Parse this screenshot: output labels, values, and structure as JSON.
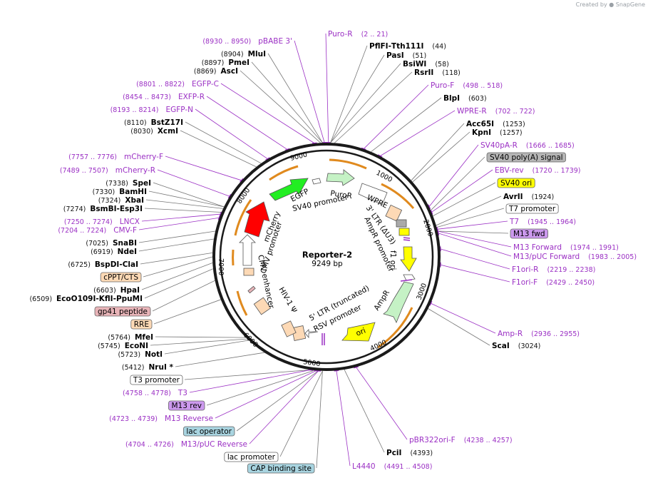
{
  "credit": {
    "created_by": "Created by",
    "brand": "SnapGene"
  },
  "plasmid": {
    "name": "Reporter-2",
    "length_label": "9249 bp",
    "length": 9249
  },
  "ticks": [
    "1000",
    "2000",
    "3000",
    "4000",
    "5000",
    "6000",
    "7000",
    "8000",
    "9000"
  ],
  "colors": {
    "primer": "#9b30c4",
    "enzyme": "#000000",
    "backbone": "#1a1a1a",
    "orange": "#e08a1e"
  },
  "labels": {
    "right": [
      {
        "kind": "primer",
        "name": "Puro-R",
        "coord": "(2 .. 21)"
      },
      {
        "kind": "enzyme",
        "name": "PflFI",
        "name2": "Tth111I",
        "coord": "(44)"
      },
      {
        "kind": "enzyme",
        "name": "PasI",
        "coord": "(51)"
      },
      {
        "kind": "enzyme",
        "name": "BsiWI",
        "coord": "(58)"
      },
      {
        "kind": "enzyme",
        "name": "RsrII",
        "coord": "(118)"
      },
      {
        "kind": "primer",
        "name": "Puro-F",
        "coord": "(498 .. 518)"
      },
      {
        "kind": "enzyme",
        "name": "BlpI",
        "coord": "(603)"
      },
      {
        "kind": "primer",
        "name": "WPRE-R",
        "coord": "(702 .. 722)"
      },
      {
        "kind": "enzyme",
        "name": "Acc65I",
        "coord": "(1253)"
      },
      {
        "kind": "enzyme",
        "name": "KpnI",
        "coord": "(1257)"
      },
      {
        "kind": "primer",
        "name": "SV40pA-R",
        "coord": "(1666 .. 1685)"
      },
      {
        "kind": "box",
        "name": "SV40 poly(A) signal",
        "fill": "#b5b5b5"
      },
      {
        "kind": "primer",
        "name": "EBV-rev",
        "coord": "(1720 .. 1739)"
      },
      {
        "kind": "box",
        "name": "SV40 ori",
        "fill": "#ffff00"
      },
      {
        "kind": "enzyme",
        "name": "AvrII",
        "coord": "(1924)"
      },
      {
        "kind": "box",
        "name": "T7 promoter",
        "fill": "#ffffff"
      },
      {
        "kind": "primer",
        "name": "T7",
        "coord": "(1945 .. 1964)"
      },
      {
        "kind": "box",
        "name": "M13 fwd",
        "fill": "#cc99ee"
      },
      {
        "kind": "primer",
        "name": "M13 Forward",
        "coord": "(1974 .. 1991)"
      },
      {
        "kind": "primer",
        "name": "M13/pUC Forward",
        "coord": "(1983 .. 2005)"
      },
      {
        "kind": "primer",
        "name": "F1ori-R",
        "coord": "(2219 .. 2238)"
      },
      {
        "kind": "primer",
        "name": "F1ori-F",
        "coord": "(2429 .. 2450)"
      },
      {
        "kind": "primer",
        "name": "Amp-R",
        "coord": "(2936 .. 2955)"
      },
      {
        "kind": "enzyme",
        "name": "ScaI",
        "coord": "(3024)"
      },
      {
        "kind": "primer",
        "name": "pBR322ori-F",
        "coord": "(4238 .. 4257)"
      },
      {
        "kind": "enzyme",
        "name": "PciI",
        "coord": "(4393)"
      },
      {
        "kind": "primer",
        "name": "L4440",
        "coord": "(4491 .. 4508)"
      }
    ],
    "left": [
      {
        "kind": "primer",
        "name": "pBABE 3'",
        "coord": "(8930 .. 8950)"
      },
      {
        "kind": "enzyme",
        "name": "MluI",
        "coord": "(8904)"
      },
      {
        "kind": "enzyme",
        "name": "PmeI",
        "coord": "(8897)"
      },
      {
        "kind": "enzyme",
        "name": "AscI",
        "coord": "(8869)"
      },
      {
        "kind": "primer",
        "name": "EGFP-C",
        "coord": "(8801 .. 8822)"
      },
      {
        "kind": "primer",
        "name": "EXFP-R",
        "coord": "(8454 .. 8473)"
      },
      {
        "kind": "primer",
        "name": "EGFP-N",
        "coord": "(8193 .. 8214)"
      },
      {
        "kind": "enzyme",
        "name": "BstZ17I",
        "coord": "(8110)"
      },
      {
        "kind": "enzyme",
        "name": "XcmI",
        "coord": "(8030)"
      },
      {
        "kind": "primer",
        "name": "mCherry-F",
        "coord": "(7757 .. 7776)"
      },
      {
        "kind": "primer",
        "name": "mCherry-R",
        "coord": "(7489 .. 7507)"
      },
      {
        "kind": "enzyme",
        "name": "SpeI",
        "coord": "(7338)"
      },
      {
        "kind": "enzyme",
        "name": "BamHI",
        "coord": "(7330)"
      },
      {
        "kind": "enzyme",
        "name": "XbaI",
        "coord": "(7324)"
      },
      {
        "kind": "enzyme",
        "name": "BsmBI",
        "name2": "Esp3I",
        "coord": "(7274)"
      },
      {
        "kind": "primer",
        "name": "LNCX",
        "coord": "(7250 .. 7274)"
      },
      {
        "kind": "primer",
        "name": "CMV-F",
        "coord": "(7204 .. 7224)"
      },
      {
        "kind": "enzyme",
        "name": "SnaBI",
        "coord": "(7025)"
      },
      {
        "kind": "enzyme",
        "name": "NdeI",
        "coord": "(6919)"
      },
      {
        "kind": "enzyme",
        "name": "BspDI",
        "name2": "ClaI",
        "coord": "(6725)"
      },
      {
        "kind": "box",
        "name": "cPPT/CTS",
        "fill": "#fdd9b5"
      },
      {
        "kind": "enzyme",
        "name": "HpaI",
        "coord": "(6603)"
      },
      {
        "kind": "enzyme",
        "name": "EcoO109I",
        "name2": "KflI",
        "name3": "PpuMI",
        "coord": "(6509)"
      },
      {
        "kind": "box",
        "name": "gp41 peptide",
        "fill": "#e8b4b8"
      },
      {
        "kind": "box",
        "name": "RRE",
        "fill": "#fdd9b5"
      },
      {
        "kind": "enzyme",
        "name": "MfeI",
        "coord": "(5764)"
      },
      {
        "kind": "enzyme",
        "name": "EcoNI",
        "coord": "(5745)"
      },
      {
        "kind": "enzyme",
        "name": "NotI",
        "coord": "(5723)"
      },
      {
        "kind": "enzyme",
        "name": "NruI *",
        "coord": "(5412)"
      },
      {
        "kind": "box",
        "name": "T3 promoter",
        "fill": "#ffffff"
      },
      {
        "kind": "primer",
        "name": "T3",
        "coord": "(4758 .. 4778)"
      },
      {
        "kind": "box",
        "name": "M13 rev",
        "fill": "#cc99ee"
      },
      {
        "kind": "primer",
        "name": "M13 Reverse",
        "coord": "(4723 .. 4739)"
      },
      {
        "kind": "box",
        "name": "lac operator",
        "fill": "#a8d4e0"
      },
      {
        "kind": "primer",
        "name": "M13/pUC Reverse",
        "coord": "(4704 .. 4726)"
      },
      {
        "kind": "box",
        "name": "lac promoter",
        "fill": "#ffffff"
      },
      {
        "kind": "box",
        "name": "CAP binding site",
        "fill": "#a8d4e0"
      }
    ]
  },
  "features_inner": [
    {
      "name": "PuroR"
    },
    {
      "name": "WPRE"
    },
    {
      "name": "3' LTR (ΔU3)"
    },
    {
      "name": "f1 ori"
    },
    {
      "name": "AmpR promoter"
    },
    {
      "name": "AmpR"
    },
    {
      "name": "ori"
    },
    {
      "name": "RSV promoter"
    },
    {
      "name": "5' LTR (truncated)"
    },
    {
      "name": "HIV-1 Ψ"
    },
    {
      "name": "CMV enhancer"
    },
    {
      "name": "CMV promoter"
    },
    {
      "name": "mCherry"
    },
    {
      "name": "EGFP"
    },
    {
      "name": "SV40 promoter"
    }
  ]
}
